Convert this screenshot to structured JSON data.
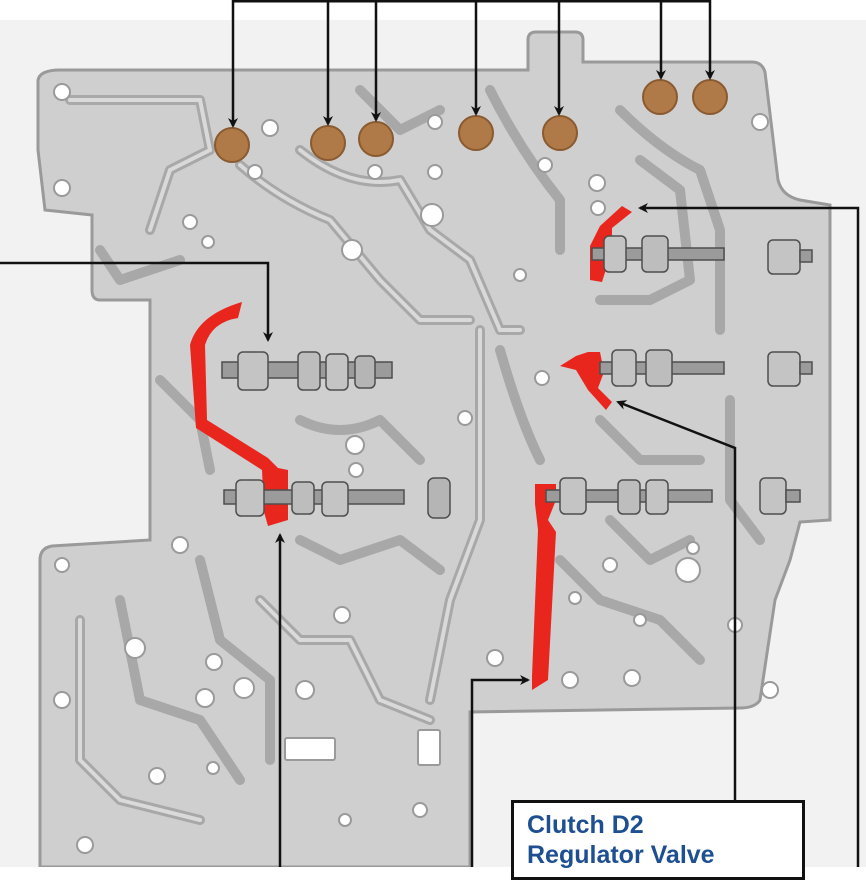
{
  "diagram": {
    "subject": "transmission valve body",
    "colors": {
      "background": "#ffffff",
      "plate": "#cfcfcf",
      "plate_edge": "#9a9a9a",
      "channel": "#b0b0b0",
      "channel_edge": "#8a8a8a",
      "accent_red": "#e8261e",
      "accumulator": "#b07a48",
      "arrow": "#111111",
      "label_text": "#1d4f91",
      "label_border": "#111111"
    },
    "callouts": [
      {
        "id": "clutch-d2",
        "text": "Clutch D2\nRegulator Valve"
      }
    ],
    "icons": [
      "arrow-head"
    ]
  }
}
